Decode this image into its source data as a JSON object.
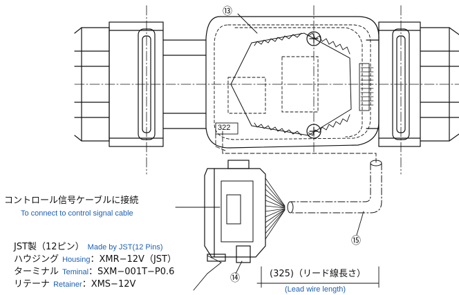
{
  "part_numbers": {
    "p13": "⑬",
    "p14": "⑭",
    "p15": "⑮"
  },
  "marking": "322",
  "control_signal": {
    "label_ja": "コントロール信号ケーブルに接続",
    "label_en": "To connect to control signal cable"
  },
  "connector_spec": {
    "maker_ja": "JST製（12ピン）",
    "maker_en": "Made by JST(12 Pins)",
    "housing_ja": "ハウジング",
    "housing_en": "Housing",
    "housing_value": "：XMR−12V（JST）",
    "terminal_ja": "ターミナル",
    "terminal_en": "Teminal",
    "terminal_value": "：SXM−001T−P0.6",
    "retainer_ja": "リテーナ",
    "retainer_en": "Retainer",
    "retainer_value": "：XMS−12V"
  },
  "lead_wire": {
    "label_ja": "(325)（リード線長さ）",
    "label_en": "(Lead wire length)"
  },
  "colors": {
    "line": "#111111",
    "english_text": "#1a5fb4"
  }
}
